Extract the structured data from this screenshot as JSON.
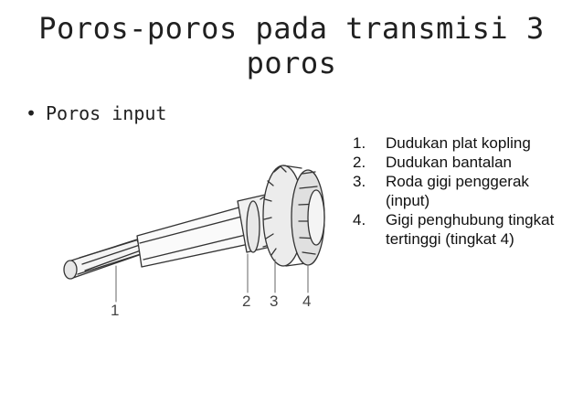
{
  "slide": {
    "title_line1": "Poros-poros pada transmisi 3",
    "title_line2": "poros",
    "bullet_text": "Poros input",
    "bullet_symbol": "•"
  },
  "legend": [
    {
      "num": "1.",
      "text": "Dudukan plat kopling"
    },
    {
      "num": "2.",
      "text": "Dudukan bantalan"
    },
    {
      "num": "3.",
      "text": "Roda gigi penggerak (input)"
    },
    {
      "num": "4.",
      "text": "Gigi penghubung tingkat tertinggi (tingkat 4)"
    }
  ],
  "figure": {
    "callouts": [
      "1",
      "2",
      "3",
      "4"
    ],
    "icon": "input-shaft-drawing"
  }
}
